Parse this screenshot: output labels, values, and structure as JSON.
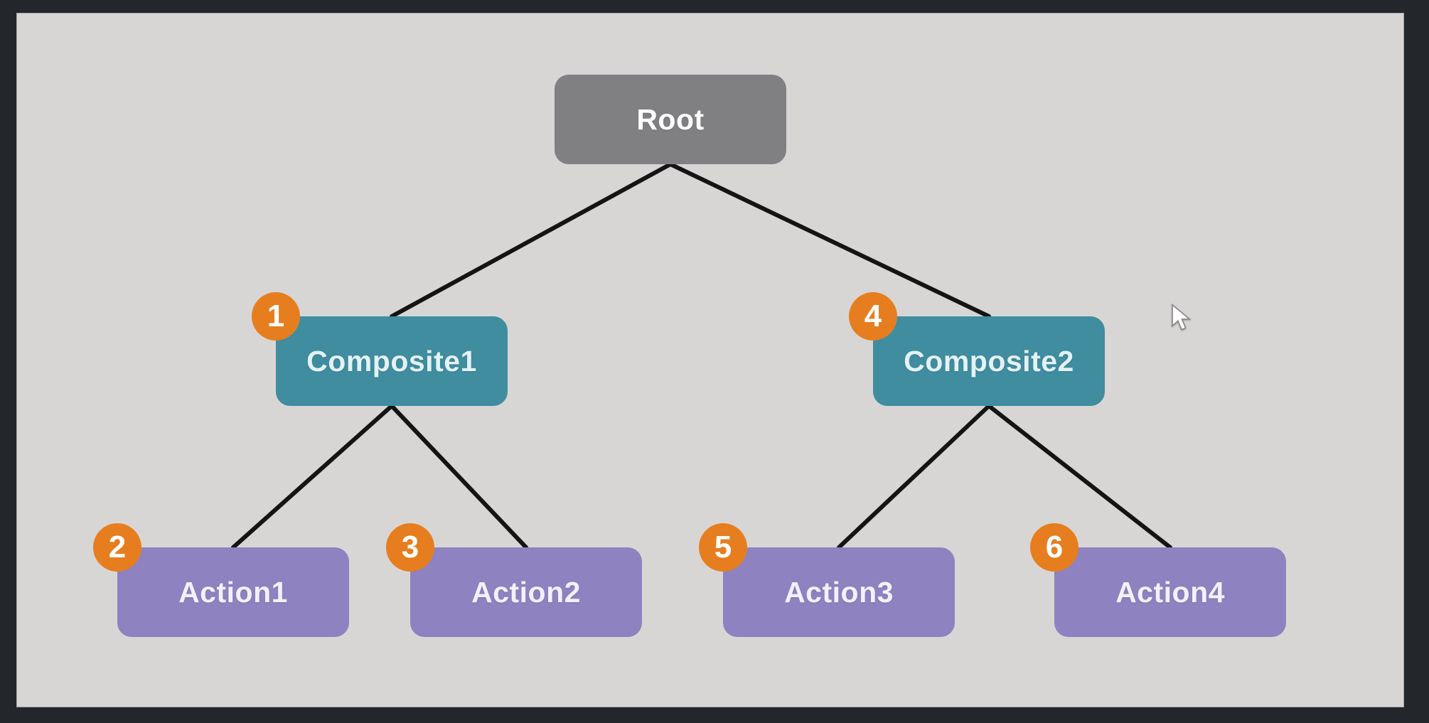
{
  "window": {
    "frame_color": "#23262b",
    "canvas_color": "#d8d6d5"
  },
  "diagram": {
    "description": "Behavior tree with numbered traversal order badges",
    "root": {
      "label": "Root",
      "color": "#808083"
    },
    "nodes": [
      {
        "label": "Composite1",
        "badge": "1",
        "type": "composite"
      },
      {
        "label": "Composite2",
        "badge": "4",
        "type": "composite"
      },
      {
        "label": "Action1",
        "badge": "2",
        "type": "action"
      },
      {
        "label": "Action2",
        "badge": "3",
        "type": "action"
      },
      {
        "label": "Action3",
        "badge": "5",
        "type": "action"
      },
      {
        "label": "Action4",
        "badge": "6",
        "type": "action"
      }
    ],
    "edges": [
      {
        "from": "Root",
        "to": "Composite1"
      },
      {
        "from": "Root",
        "to": "Composite2"
      },
      {
        "from": "Composite1",
        "to": "Action1"
      },
      {
        "from": "Composite1",
        "to": "Action2"
      },
      {
        "from": "Composite2",
        "to": "Action3"
      },
      {
        "from": "Composite2",
        "to": "Action4"
      }
    ],
    "colors": {
      "composite_fill": "#3f8d9f",
      "action_fill": "#8e82c0",
      "root_fill": "#808083",
      "badge_fill": "#e67e1f",
      "edge_stroke": "#141414",
      "label_text": "#ffffff"
    }
  }
}
